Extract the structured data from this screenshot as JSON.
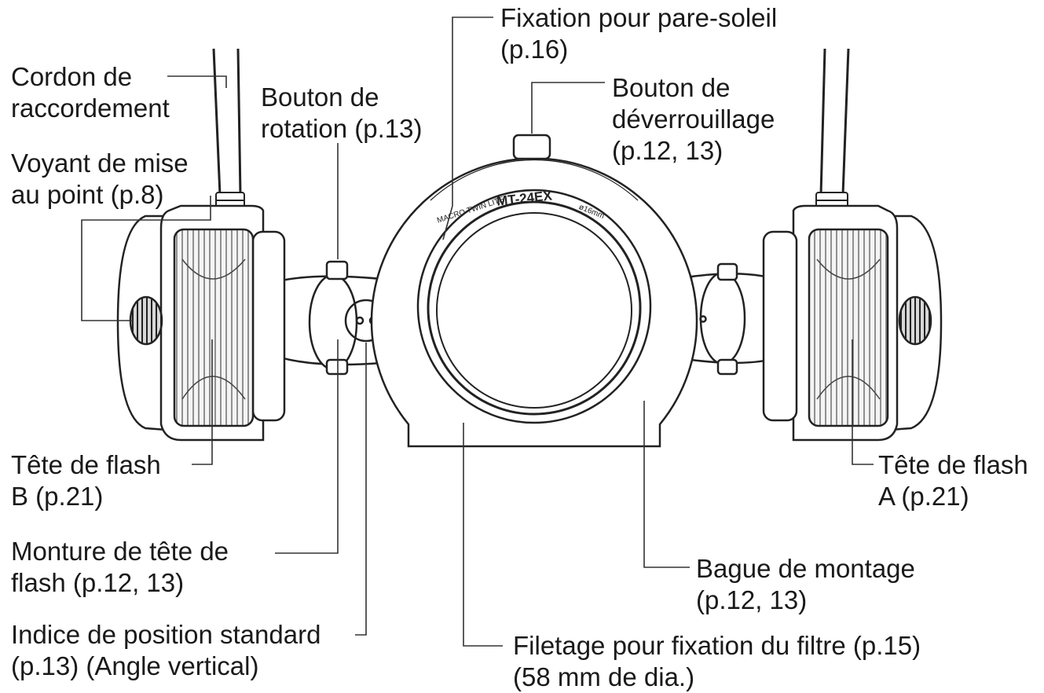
{
  "device": {
    "model_text": "MT-24EX",
    "brand_text": "MACRO TWIN LITE",
    "size_text": "ø16mm"
  },
  "labels": {
    "cordon": {
      "line1": "Cordon de",
      "line2": "raccordement"
    },
    "voyant": {
      "line1": "Voyant de mise",
      "line2": "au point (p.8)"
    },
    "bouton_rotation": {
      "line1": "Bouton de",
      "line2": "rotation (p.13)"
    },
    "fixation_pare_soleil": {
      "line1": "Fixation pour pare-soleil",
      "line2": "(p.16)"
    },
    "bouton_deverrouillage": {
      "line1": "Bouton de",
      "line2": "déverrouillage",
      "line3": "(p.12, 13)"
    },
    "tete_b": {
      "line1": "Tête de flash",
      "line2": "B (p.21)"
    },
    "tete_a": {
      "line1": "Tête de flash",
      "line2": "A (p.21)"
    },
    "monture": {
      "line1": "Monture de tête de",
      "line2": "flash (p.12, 13)"
    },
    "indice": {
      "line1": "Indice de position standard",
      "line2": "(p.13) (Angle vertical)"
    },
    "bague": {
      "line1": "Bague de montage",
      "line2": "(p.12, 13)"
    },
    "filetage": {
      "line1": "Filetage pour fixation du filtre (p.15)",
      "line2": "(58 mm de dia.)"
    }
  }
}
